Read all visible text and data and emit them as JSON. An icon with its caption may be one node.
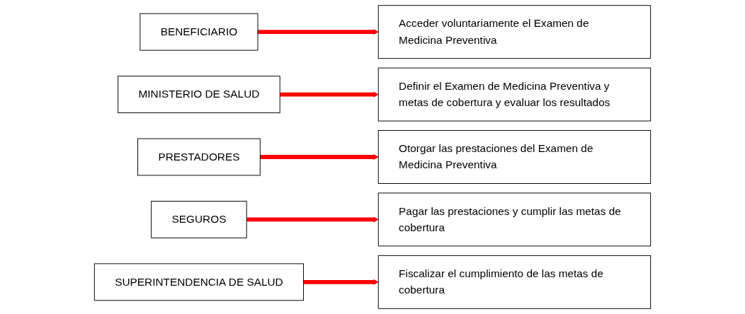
{
  "diagram": {
    "nodes": [
      {
        "text": [
          "BENEFICIARIO"
        ]
      },
      {
        "text": [
          "Acceder voluntariamente el Examen de Medicina Preventiva"
        ]
      },
      {
        "text": [
          "MINISTERIO DE SALUD"
        ]
      },
      {
        "text": [
          "Definir el Examen de Medicina Preventiva y metas de cobertura y evaluar los resultados"
        ]
      },
      {
        "text": [
          "PRESTADORES"
        ]
      },
      {
        "text": [
          "Otorgar las prestaciones del Examen de Medicina Preventiva"
        ]
      },
      {
        "text": [
          "SEGUROS"
        ]
      },
      {
        "text": [
          "Pagar las prestaciones y cumplir las metas de cobertura"
        ]
      },
      {
        "text": [
          "SUPERINTENDENCIA DE SALUD"
        ]
      },
      {
        "text": [
          "Fiscalizar el cumplimiento de las metas de cobertura"
        ]
      }
    ],
    "edges": [
      {
        "from": 0,
        "to": 1,
        "arrow": "to"
      },
      {
        "from": 2,
        "to": 3,
        "arrow": "to"
      },
      {
        "from": 4,
        "to": 5,
        "arrow": "to"
      },
      {
        "from": 6,
        "to": 7,
        "arrow": "to"
      },
      {
        "from": 8,
        "to": 9,
        "arrow": "to"
      }
    ]
  }
}
